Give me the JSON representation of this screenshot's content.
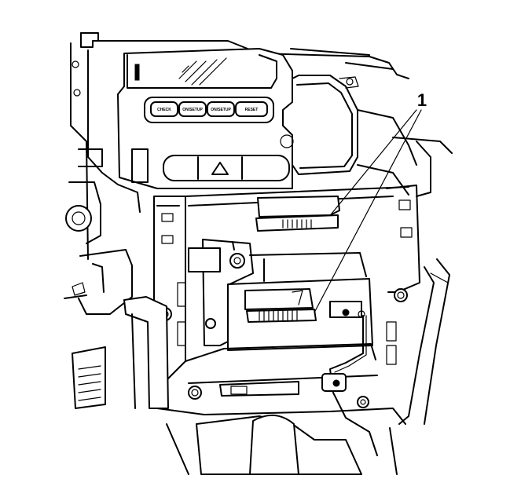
{
  "callout": {
    "number": "1"
  },
  "button_strip": {
    "buttons": [
      {
        "label": "CHECK"
      },
      {
        "label": "ON/SETUP"
      },
      {
        "label": "ON/SETUP"
      },
      {
        "label": "RESET"
      }
    ]
  }
}
